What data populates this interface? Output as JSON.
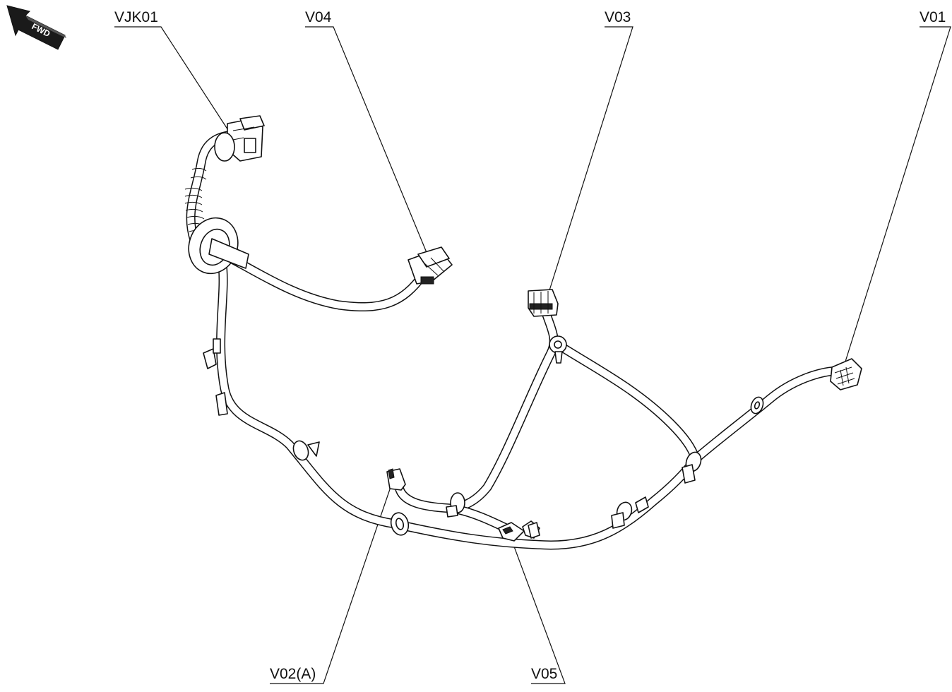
{
  "orientation": {
    "arrow_label": "FWD",
    "icon": "forward-arrow-icon"
  },
  "connectors": [
    {
      "id": "vjk01",
      "label": "VJK01"
    },
    {
      "id": "v04",
      "label": "V04"
    },
    {
      "id": "v03",
      "label": "V03"
    },
    {
      "id": "v01",
      "label": "V01"
    },
    {
      "id": "v02a",
      "label": "V02(A)"
    },
    {
      "id": "v05",
      "label": "V05"
    }
  ],
  "colors": {
    "line": "#111111",
    "background": "#ffffff",
    "arrow_fill": "#1a1a1a"
  }
}
